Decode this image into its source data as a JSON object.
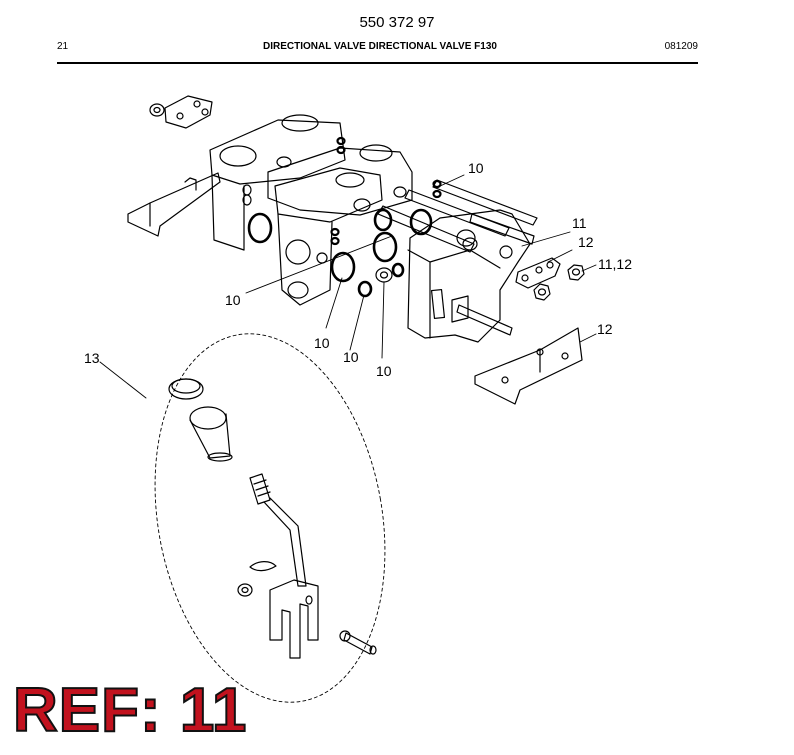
{
  "header": {
    "doc_number": "550 372 97",
    "page_number": "21",
    "title": "DIRECTIONAL VALVE DIRECTIONAL VALVE F130",
    "date_code": "081209"
  },
  "callouts": [
    "10",
    "10",
    "10",
    "10",
    "10",
    "11",
    "12",
    "11,12",
    "12",
    "13"
  ],
  "ref_label": "REF: 11",
  "colors": {
    "ref_fill": "#c2121e",
    "ref_outline": "#111111",
    "line": "#000000"
  }
}
